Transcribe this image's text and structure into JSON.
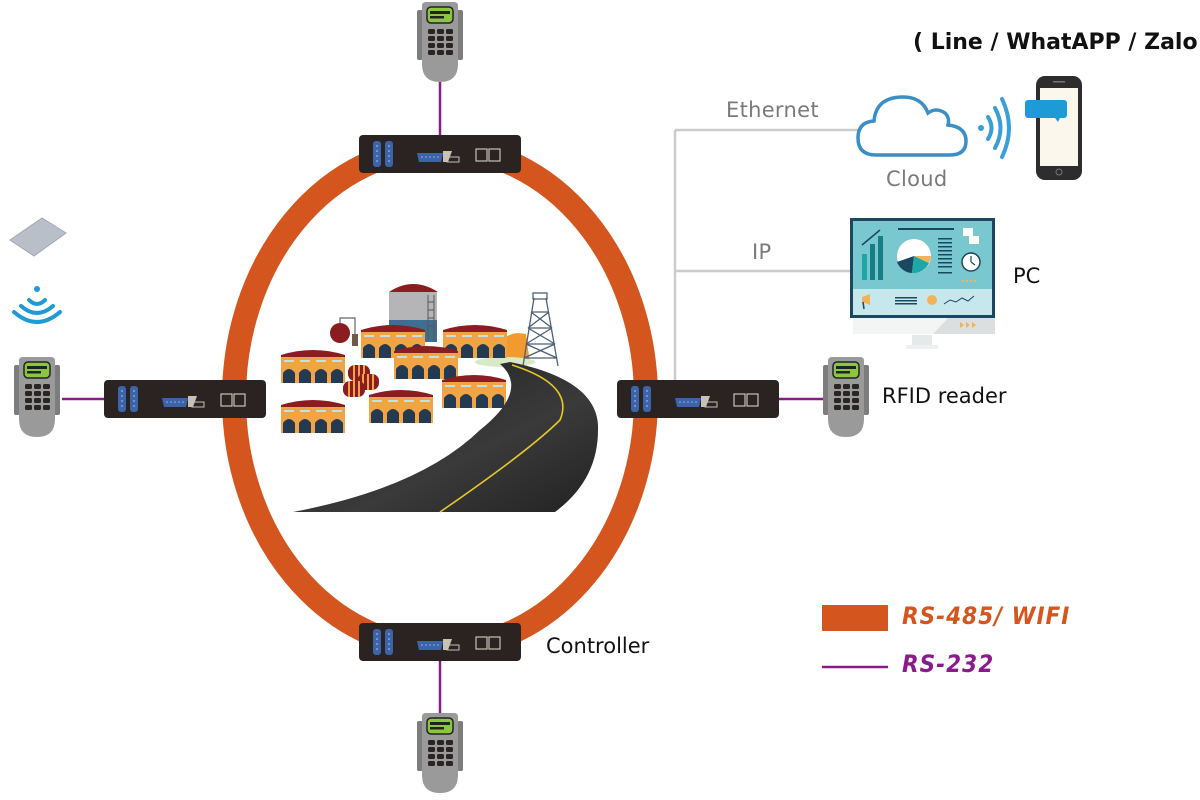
{
  "title": "RFID access control network topology",
  "labels": {
    "messaging_apps": "( Line / WhatAPP / Zalo )",
    "ethernet": "Ethernet",
    "cloud": "Cloud",
    "ip": "IP",
    "pc": "PC",
    "rfid_reader": "RFID reader",
    "controller": "Controller"
  },
  "legend": [
    {
      "label": "RS-485/ WIFI",
      "style": "thick-bar",
      "color": "#d4561e"
    },
    {
      "label": "RS-232",
      "style": "thin-line",
      "color": "#8b1a8b"
    }
  ],
  "colors": {
    "ring": "#d4561e",
    "rs232": "#8b1a8b",
    "ethernet_line": "#cccccc",
    "controller_body": "#2b2322",
    "port_blue": "#3b65a8",
    "cloud_blue": "#3a8fc4",
    "chat_bubble": "#1e9ad6",
    "reader_body": "#9a9a9a",
    "reader_screen": "#8cc63f"
  },
  "nodes": {
    "controllers": [
      "top",
      "left",
      "right",
      "bottom"
    ],
    "readers": [
      "top",
      "left",
      "right",
      "bottom"
    ],
    "center_scene": "industrial plant with road and oil derrick",
    "rfid_card": "contactless card",
    "devices": [
      "Cloud",
      "Smartphone",
      "PC"
    ]
  }
}
